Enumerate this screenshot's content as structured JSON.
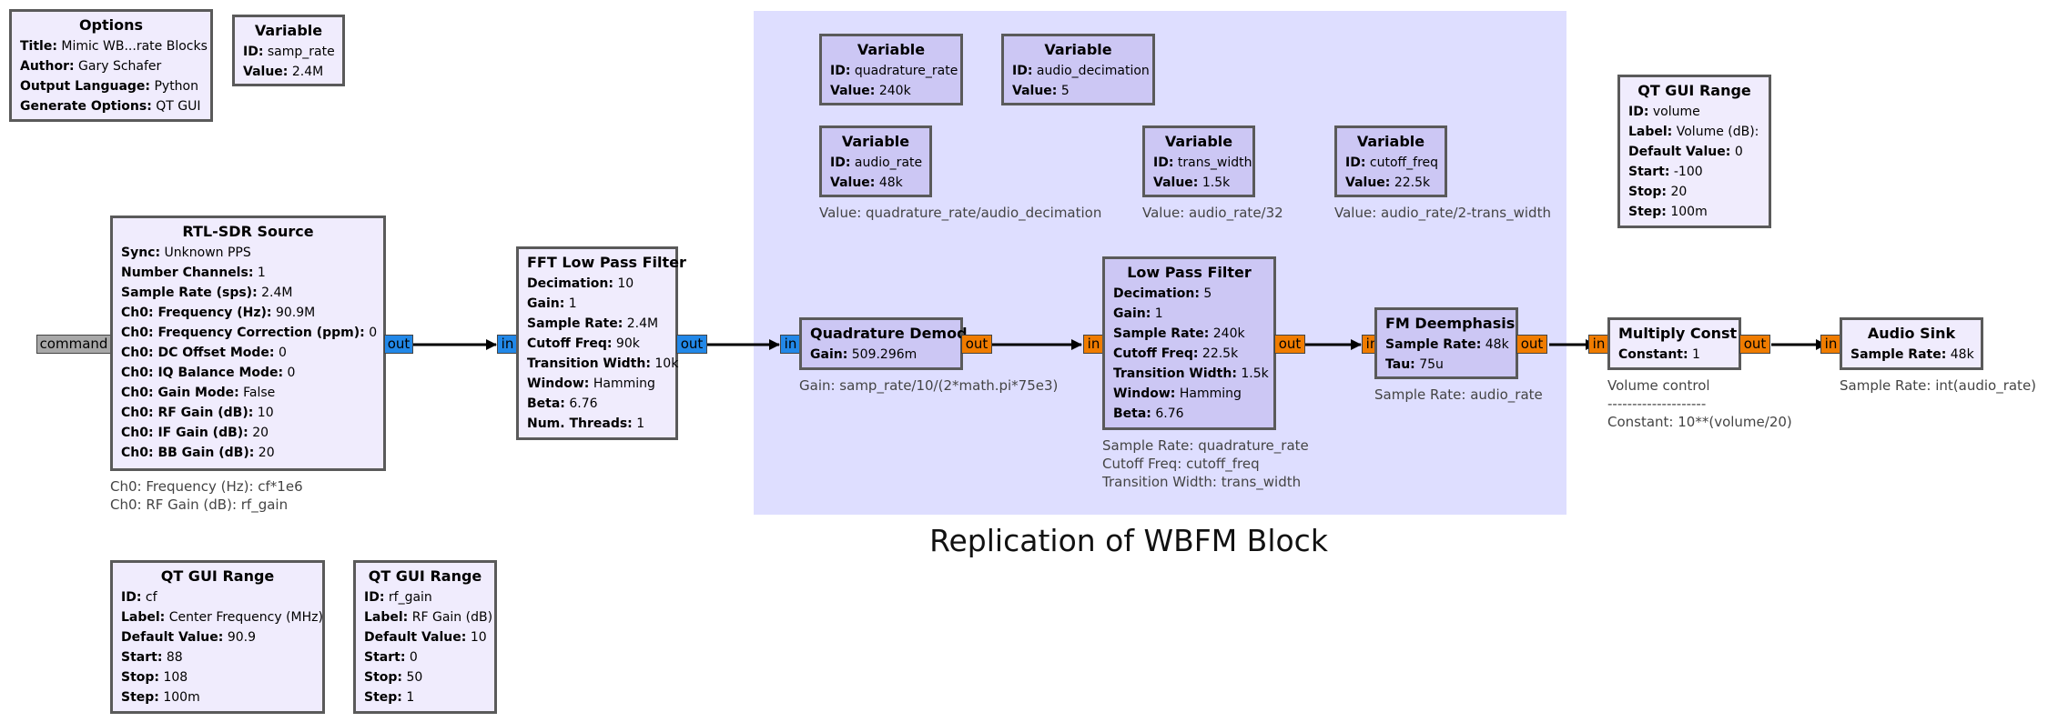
{
  "region": {
    "title": "Replication of WBFM Block"
  },
  "blocks": {
    "options": {
      "title": "Options",
      "params": [
        {
          "k": "Title:",
          "v": "Mimic WB...rate Blocks"
        },
        {
          "k": "Author:",
          "v": "Gary Schafer"
        },
        {
          "k": "Output Language:",
          "v": "Python"
        },
        {
          "k": "Generate Options:",
          "v": "QT GUI"
        }
      ]
    },
    "var_samp_rate": {
      "title": "Variable",
      "params": [
        {
          "k": "ID:",
          "v": "samp_rate"
        },
        {
          "k": "Value:",
          "v": "2.4M"
        }
      ]
    },
    "var_quad_rate": {
      "title": "Variable",
      "params": [
        {
          "k": "ID:",
          "v": "quadrature_rate"
        },
        {
          "k": "Value:",
          "v": "240k"
        }
      ]
    },
    "var_audio_dec": {
      "title": "Variable",
      "params": [
        {
          "k": "ID:",
          "v": "audio_decimation"
        },
        {
          "k": "Value:",
          "v": "5"
        }
      ]
    },
    "var_audio_rate": {
      "title": "Variable",
      "params": [
        {
          "k": "ID:",
          "v": "audio_rate"
        },
        {
          "k": "Value:",
          "v": "48k"
        }
      ],
      "note": [
        "Value: quadrature_rate/audio_decimation"
      ]
    },
    "var_trans_width": {
      "title": "Variable",
      "params": [
        {
          "k": "ID:",
          "v": "trans_width"
        },
        {
          "k": "Value:",
          "v": "1.5k"
        }
      ],
      "note": [
        "Value: audio_rate/32"
      ]
    },
    "var_cutoff": {
      "title": "Variable",
      "params": [
        {
          "k": "ID:",
          "v": "cutoff_freq"
        },
        {
          "k": "Value:",
          "v": "22.5k"
        }
      ],
      "note": [
        "Value: audio_rate/2-trans_width"
      ]
    },
    "range_volume": {
      "title": "QT GUI Range",
      "params": [
        {
          "k": "ID:",
          "v": "volume"
        },
        {
          "k": "Label:",
          "v": "Volume (dB):"
        },
        {
          "k": "Default Value:",
          "v": "0"
        },
        {
          "k": "Start:",
          "v": "-100"
        },
        {
          "k": "Stop:",
          "v": "20"
        },
        {
          "k": "Step:",
          "v": "100m"
        }
      ]
    },
    "rtl_source": {
      "title": "RTL-SDR Source",
      "params": [
        {
          "k": "Sync:",
          "v": "Unknown PPS"
        },
        {
          "k": "Number Channels:",
          "v": "1"
        },
        {
          "k": "Sample Rate (sps):",
          "v": "2.4M"
        },
        {
          "k": "Ch0: Frequency (Hz):",
          "v": "90.9M"
        },
        {
          "k": "Ch0: Frequency Correction (ppm):",
          "v": "0"
        },
        {
          "k": "Ch0: DC Offset Mode:",
          "v": "0"
        },
        {
          "k": "Ch0: IQ Balance Mode:",
          "v": "0"
        },
        {
          "k": "Ch0: Gain Mode:",
          "v": "False"
        },
        {
          "k": "Ch0: RF Gain (dB):",
          "v": "10"
        },
        {
          "k": "Ch0: IF Gain (dB):",
          "v": "20"
        },
        {
          "k": "Ch0: BB Gain (dB):",
          "v": "20"
        }
      ],
      "note": [
        "Ch0: Frequency (Hz): cf*1e6",
        "Ch0: RF Gain (dB): rf_gain"
      ]
    },
    "fft_lpf": {
      "title": "FFT Low Pass Filter",
      "params": [
        {
          "k": "Decimation:",
          "v": "10"
        },
        {
          "k": "Gain:",
          "v": "1"
        },
        {
          "k": "Sample Rate:",
          "v": "2.4M"
        },
        {
          "k": "Cutoff Freq:",
          "v": "90k"
        },
        {
          "k": "Transition Width:",
          "v": "10k"
        },
        {
          "k": "Window:",
          "v": "Hamming"
        },
        {
          "k": "Beta:",
          "v": "6.76"
        },
        {
          "k": "Num. Threads:",
          "v": "1"
        }
      ]
    },
    "quad_demod": {
      "title": "Quadrature Demod",
      "params": [
        {
          "k": "Gain:",
          "v": "509.296m"
        }
      ],
      "note": [
        "Gain: samp_rate/10/(2*math.pi*75e3)"
      ]
    },
    "lpf": {
      "title": "Low Pass Filter",
      "params": [
        {
          "k": "Decimation:",
          "v": "5"
        },
        {
          "k": "Gain:",
          "v": "1"
        },
        {
          "k": "Sample Rate:",
          "v": "240k"
        },
        {
          "k": "Cutoff Freq:",
          "v": "22.5k"
        },
        {
          "k": "Transition Width:",
          "v": "1.5k"
        },
        {
          "k": "Window:",
          "v": "Hamming"
        },
        {
          "k": "Beta:",
          "v": "6.76"
        }
      ],
      "note": [
        "Sample Rate: quadrature_rate",
        "Cutoff Freq: cutoff_freq",
        "Transition Width: trans_width"
      ]
    },
    "fm_deemph": {
      "title": "FM Deemphasis",
      "params": [
        {
          "k": "Sample Rate:",
          "v": "48k"
        },
        {
          "k": "Tau:",
          "v": "75u"
        }
      ],
      "note": [
        "Sample Rate: audio_rate"
      ]
    },
    "mult_const": {
      "title": "Multiply Const",
      "params": [
        {
          "k": "Constant:",
          "v": "1"
        }
      ],
      "note": [
        "Volume control",
        "--------------------",
        "Constant: 10**(volume/20)"
      ]
    },
    "audio_sink": {
      "title": "Audio Sink",
      "params": [
        {
          "k": "Sample Rate:",
          "v": "48k"
        }
      ],
      "note": [
        "Sample Rate: int(audio_rate)"
      ]
    },
    "range_cf": {
      "title": "QT GUI Range",
      "params": [
        {
          "k": "ID:",
          "v": "cf"
        },
        {
          "k": "Label:",
          "v": "Center Frequency (MHz)"
        },
        {
          "k": "Default Value:",
          "v": "90.9"
        },
        {
          "k": "Start:",
          "v": "88"
        },
        {
          "k": "Stop:",
          "v": "108"
        },
        {
          "k": "Step:",
          "v": "100m"
        }
      ]
    },
    "range_rf_gain": {
      "title": "QT GUI Range",
      "params": [
        {
          "k": "ID:",
          "v": "rf_gain"
        },
        {
          "k": "Label:",
          "v": "RF Gain (dB)"
        },
        {
          "k": "Default Value:",
          "v": "10"
        },
        {
          "k": "Start:",
          "v": "0"
        },
        {
          "k": "Stop:",
          "v": "50"
        },
        {
          "k": "Step:",
          "v": "1"
        }
      ]
    }
  },
  "ports": {
    "command": "command",
    "in": "in",
    "out": "out"
  },
  "colors": {
    "stream_complex": "#2288e8",
    "stream_float": "#f07c00",
    "message": "#a8a8a8",
    "block_fill": "#f0ecfd",
    "inner_block_fill": "#ccc7f4",
    "region_fill": "#dedeff"
  }
}
